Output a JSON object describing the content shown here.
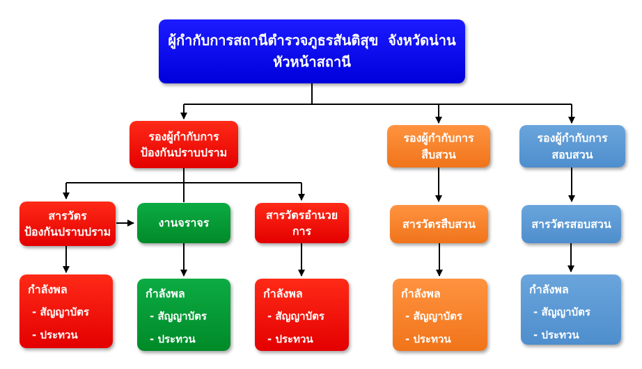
{
  "org": {
    "root": {
      "line1": "ผู้กำกับการสถานีตำรวจภูธรสันติสุข  จังหวัดน่าน",
      "line2": "หัวหน้าสถานี"
    },
    "deputies": {
      "prevention": {
        "line1": "รองผู้กำกับการ",
        "line2": "ป้องกันปราบปราม"
      },
      "investigation": {
        "line1": "รองผู้กำกับการ",
        "line2": "สืบสวน"
      },
      "interrogation": {
        "line1": "รองผู้กำกับการ",
        "line2": "สอบสวน"
      }
    },
    "inspectors": {
      "prevention": {
        "line1": "สารวัตร",
        "line2": "ป้องกันปราบปราม"
      },
      "traffic": {
        "line1": "งานจราจร"
      },
      "administration": {
        "line1": "สารวัตรอำนวยการ"
      },
      "investigation": {
        "line1": "สารวัตรสืบสวน"
      },
      "interrogation": {
        "line1": "สารวัตรสอบสวน"
      }
    },
    "personnel": {
      "title": "กำลังพล",
      "items": [
        "- สัญญาบัตร",
        "- ประทวน"
      ]
    }
  },
  "colors": {
    "root_blue": "#0909ee",
    "red": "#f01505",
    "green": "#00a33c",
    "orange": "#f8821f",
    "light_blue": "#5b9bd5",
    "connector": "#000000",
    "background": "#ffffff"
  }
}
